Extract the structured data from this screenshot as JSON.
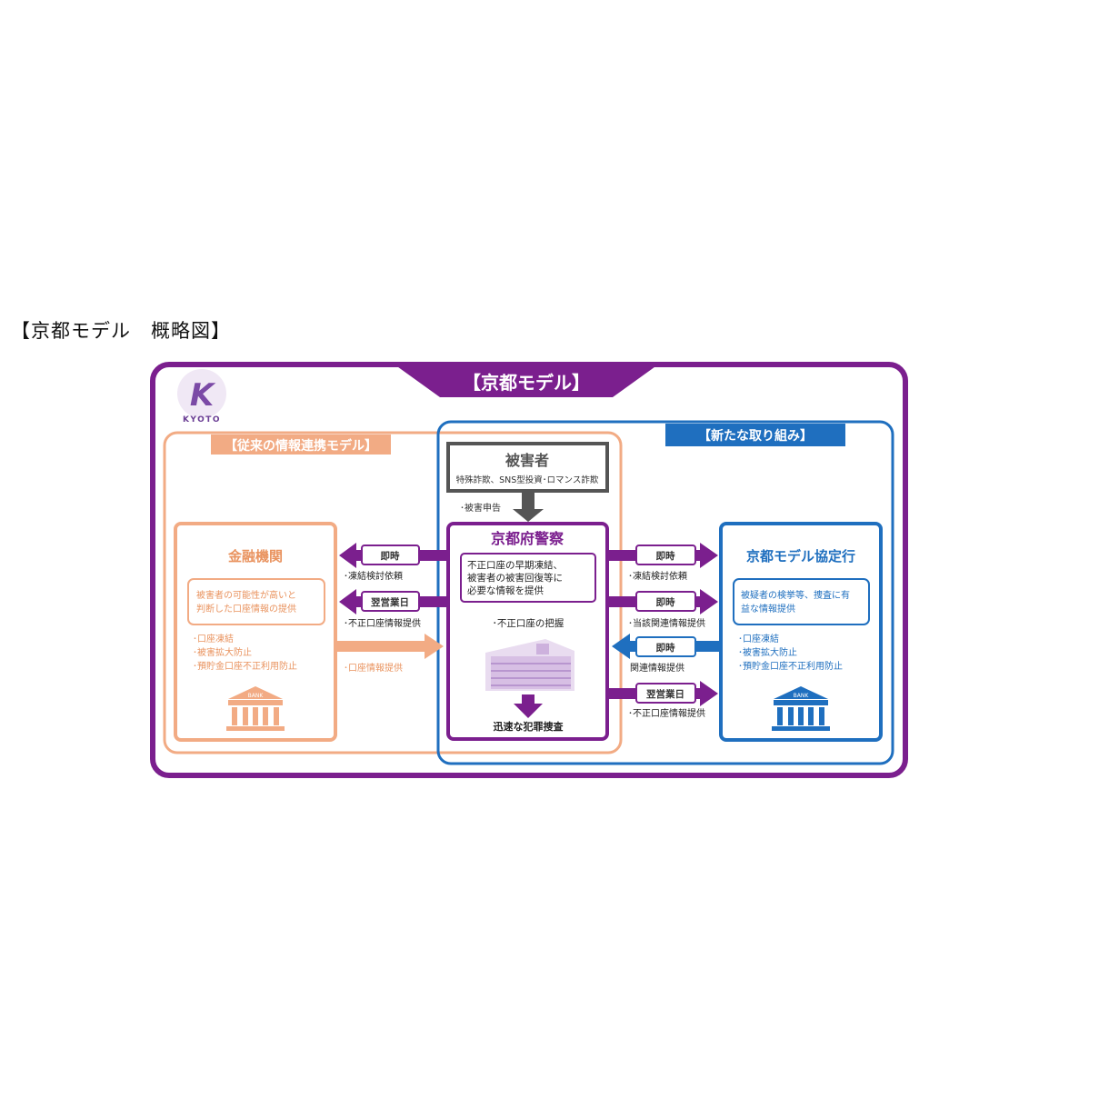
{
  "page_heading": "【京都モデル　概略図】",
  "colors": {
    "purple": "#7b1f8e",
    "orange": "#f2ab84",
    "orange_text": "#e9935f",
    "blue": "#1f6fbf",
    "gray": "#555555"
  },
  "diagram": {
    "banner_title": "【京都モデル】",
    "logo_text": "KYOTO",
    "legacy_label": "【従来の情報連携モデル】",
    "new_label": "【新たな取り組み】",
    "victim": {
      "title": "被害者",
      "subtitle": "特殊詐欺、SNS型投資･ロマンス詐欺"
    },
    "report_label": "･被害申告",
    "police": {
      "title": "京都府警察",
      "box_text": [
        "不正口座の早期凍結、",
        "被害者の被害回復等に",
        "必要な情報を提供"
      ],
      "grasp_label": "･不正口座の把握",
      "bottom_label": "迅速な犯罪捜査"
    },
    "financial": {
      "title": "金融機関",
      "box_text": [
        "被害者の可能性が高いと",
        "判断した口座情報の提供"
      ],
      "bullets": [
        "･口座凍結",
        "･被害拡大防止",
        "･預貯金口座不正利用防止"
      ],
      "bank_sign": "BANK"
    },
    "partner": {
      "title": "京都モデル協定行",
      "box_text": [
        "被疑者の検挙等、捜査に有",
        "益な情報提供"
      ],
      "bullets": [
        "･口座凍結",
        "･被害拡大防止",
        "･預貯金口座不正利用防止"
      ],
      "bank_sign": "BANK"
    },
    "left_arrows": {
      "a1_tag": "即時",
      "a1_caption": "･凍結検討依頼",
      "a2_tag": "翌営業日",
      "a2_caption": "･不正口座情報提供",
      "a3_caption": "･口座情報提供"
    },
    "right_arrows": {
      "a1_tag": "即時",
      "a1_caption": "･凍結検討依頼",
      "a2_tag": "即時",
      "a2_caption": "･当該関連情報提供",
      "a3_tag": "即時",
      "a3_caption": "関連情報提供",
      "a4_tag": "翌営業日",
      "a4_caption": "･不正口座情報提供"
    }
  }
}
